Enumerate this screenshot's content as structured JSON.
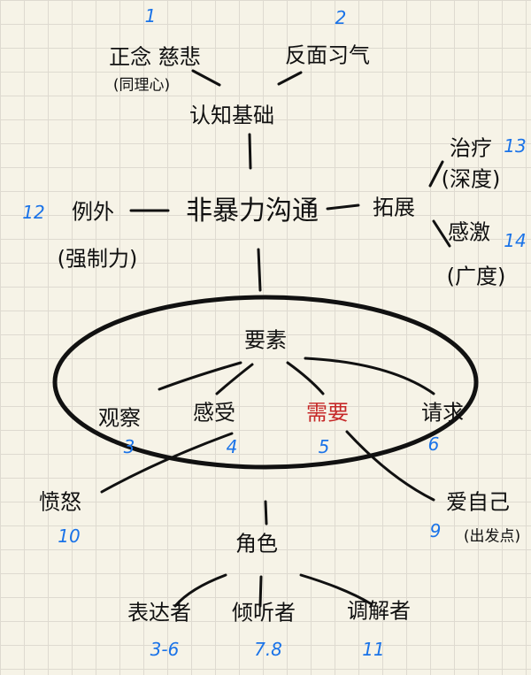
{
  "colors": {
    "ink": "#111111",
    "number": "#1a73e8",
    "highlight": "#c62828"
  },
  "top": {
    "n1": "1",
    "mindfulness": "正念 慈悲",
    "empathy": "(同理心)",
    "n2": "2",
    "habits": "反面习气",
    "cognition": "认知基础"
  },
  "center": {
    "title": "非暴力沟通"
  },
  "left": {
    "n12": "12",
    "exception": "例外",
    "force": "(强制力)"
  },
  "right": {
    "expand": "拓展",
    "healing": "治疗",
    "depth": "(深度)",
    "n13": "13",
    "gratitude": "感激",
    "breadth": "(广度)",
    "n14": "14"
  },
  "elements": {
    "title": "要素",
    "items": [
      {
        "label": "观察",
        "num": "3"
      },
      {
        "label": "感受",
        "num": "4"
      },
      {
        "label": "需要",
        "num": "5"
      },
      {
        "label": "请求",
        "num": "6"
      }
    ]
  },
  "anger": {
    "label": "愤怒",
    "num": "10"
  },
  "selflove": {
    "label": "爱自己",
    "sub": "(出发点)",
    "num": "9"
  },
  "roles": {
    "title": "角色",
    "items": [
      {
        "label": "表达者",
        "num": "3-6"
      },
      {
        "label": "倾听者",
        "num": "7.8"
      },
      {
        "label": "调解者",
        "num": "11"
      }
    ]
  }
}
